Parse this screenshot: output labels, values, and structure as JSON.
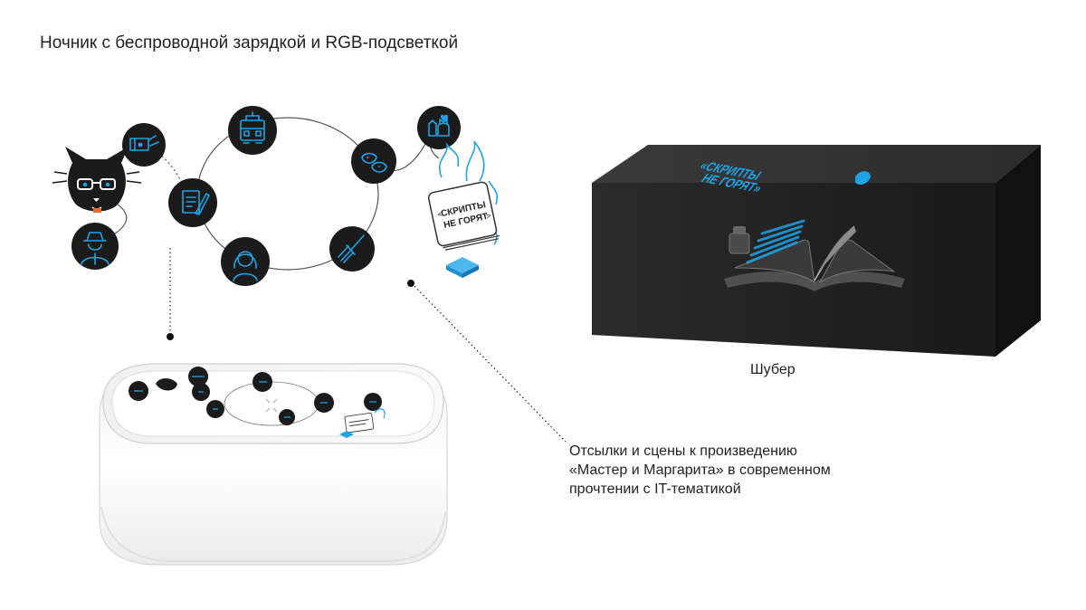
{
  "title": "Ночник с беспроводной зарядкой и RGB-подсветкой",
  "box_label": "Шубер",
  "caption": "Отсылки и сцены к произведению\n«Мастер и Маргарита» в современном\nпрочтении с IT-тематикой",
  "stamp": {
    "line1": "СКРИПТЫ",
    "line2": "НЕ ГОРЯТ"
  },
  "box_print": {
    "line1": "«СКРИПТЫ",
    "line2": "НЕ ГОРЯТ»"
  },
  "accent_color": "#1ea3e6",
  "icons": [
    "cat-icon",
    "books-icon",
    "document-pen-icon",
    "detective-icon",
    "tram-icon",
    "woman-icon",
    "masks-icon",
    "broom-icon",
    "cat-bottle-icon",
    "burning-manuscript-icon",
    "square-logo-icon"
  ]
}
